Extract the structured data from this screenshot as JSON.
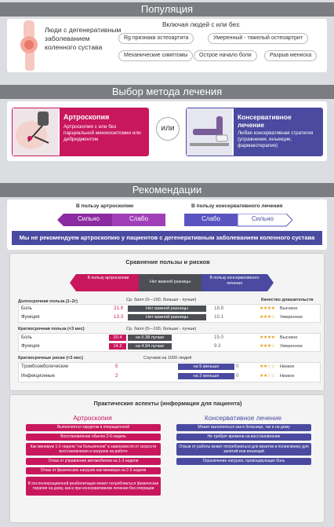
{
  "population": {
    "title": "Популяция",
    "description": "Люди с дегенеративным заболеванием коленного сустава",
    "include_header": "Включая людей с или без:",
    "tags": [
      "Rg признаки остеоартита",
      "Умеренный - тяжелый остеоартрит",
      "Механические симптомы",
      "Острое начало боли",
      "Разрыв мениска"
    ]
  },
  "treatment": {
    "title": "Выбор метода лечения",
    "or": "или",
    "arthroscopy": {
      "title": "Артроскопия",
      "text": "Артроскопия с или без парциальной менискэктомии или дебридментом"
    },
    "conservative": {
      "title": "Консервативное лечение",
      "text": "Любая консервативная стратегия (упражнения, инъекции, фармакотерапия)"
    }
  },
  "recommendation": {
    "title": "Рекомендации",
    "favor_arthroscopy": "В пользу артроскопии",
    "favor_conservative": "В пользу консервативного лечения",
    "scale": [
      "Сильно",
      "Слабо",
      "Слабо",
      "Сильно"
    ],
    "statement": "Мы не рекомендуем артроскопию у пациентов с дегенеративным заболеванием коленного сустава"
  },
  "comparison": {
    "title": "Сравнение пользы и рисков",
    "legend": [
      "В пользу артроскопии",
      "Нет важной разницы",
      "В пользу консервативного лечения"
    ],
    "quality_header": "Качество доказательств",
    "long_term": {
      "header": "Долгосрочная польза (1–2г)",
      "scale": "Ср. балл (0—100, больше - лучше)",
      "rows": [
        {
          "label": "Боль",
          "left": "21.9",
          "bar": "Нет важной разницы",
          "right": "18.8",
          "stars": "★★★★",
          "quality": "Высокое"
        },
        {
          "label": "Функция",
          "left": "13.3",
          "bar": "Нет важной разницы",
          "right": "10.1",
          "stars": "★★★☆",
          "quality": "Умеренное"
        }
      ]
    },
    "short_term": {
      "header": "Краткосрочная польза (<3 мес)",
      "scale": "Ср. балл (0—100, больше - лучше)",
      "rows": [
        {
          "label": "Боль",
          "left": "20.4",
          "bar": "на 5.38 лучше",
          "right": "15.0",
          "stars": "★★★★",
          "quality": "Высокое"
        },
        {
          "label": "Функция",
          "left": "14.2",
          "bar": "на 4.94 лучше",
          "right": "9.3",
          "stars": "★★★☆",
          "quality": "Умеренное"
        }
      ]
    },
    "risks": {
      "header": "Краткосрочные риски (<3 мес)",
      "scale": "Случаев на 1000 людей",
      "rows": [
        {
          "label": "Тромбоэмболические",
          "left": "5",
          "bar": "на 5 меньше",
          "right": "0",
          "stars": "★★☆☆",
          "quality": "Низкое"
        },
        {
          "label": "Инфекционные",
          "left": "2",
          "bar": "на 2 меньше",
          "right": "0",
          "stars": "★★☆☆",
          "quality": "Низкое"
        }
      ]
    }
  },
  "practical": {
    "title": "Практические аспекты (информация для пациента)",
    "arthroscopy_title": "Артроскопия",
    "conservative_title": "Консервативное лечение",
    "arthroscopy_items": [
      "Выполняется хирургом в операционной",
      "Восстановление обычно 2-6 недель",
      "Как минимум 1-2 недели \"на больничном\" в зависимости от скорости восстановления и нагрузок на работе",
      "Отказ от управления автомобилем на 1-3 недели",
      "Отказ от физических нагрузок как минимум на 2-3 недели",
      "В послеоперационной реабилитации может потребоваться физическая терапия на дому, как и при консервативном лечении без операции"
    ],
    "conservative_items": [
      "Может выполняться как в больнице, так и на дому",
      "Не требует времени на восстановление",
      "Отрыв от работы может потребоваться для визитов в поликлинику для занятий или инъекций",
      "Ограничение нагрузок, провоцирующих боль"
    ]
  },
  "colors": {
    "arthroscopy": "#c8175d",
    "conservative": "#4a4aa0",
    "neutral": "#4d4f55",
    "header": "#7b7d82"
  }
}
